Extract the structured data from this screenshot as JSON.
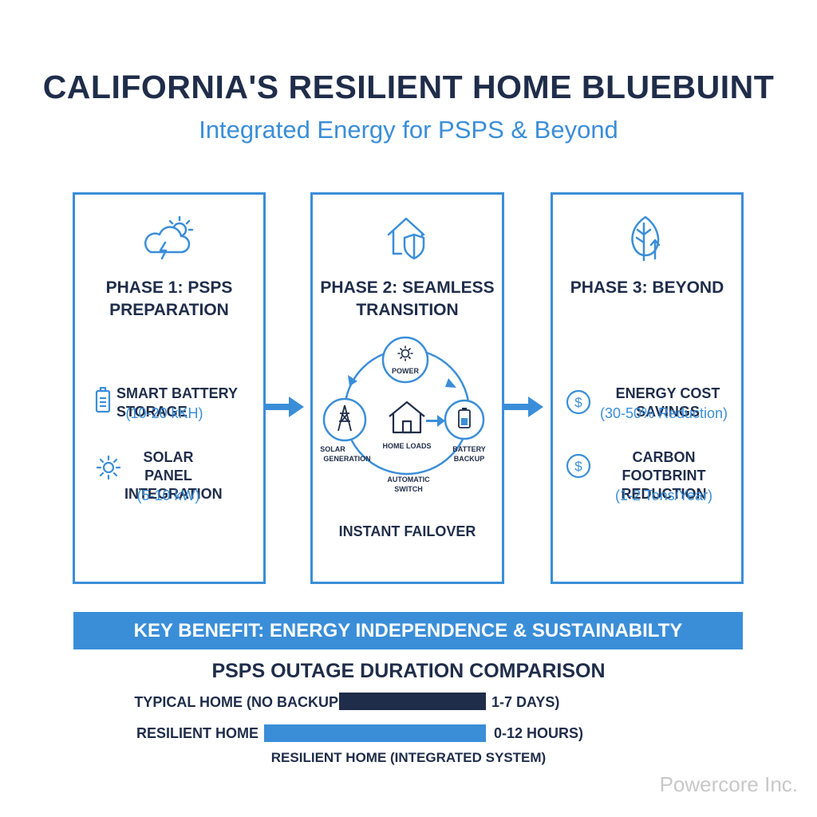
{
  "header": {
    "title": "CALIFORNIA'S RESILIENT HOME BLUEBUINT",
    "subtitle": "Integrated Energy for PSPS & Beyond"
  },
  "colors": {
    "accent": "#3a8ed8",
    "navy": "#1f2d4a"
  },
  "phases": [
    {
      "icon": "storm-cloud-sun-icon",
      "title_line1": "PHASE 1: PSPS",
      "title_line2": "PREPARATION",
      "items": [
        {
          "icon": "battery-icon",
          "label": "SMART BATTERY STORAGE",
          "value": "(10-20 kKH)"
        },
        {
          "icon": "sun-icon",
          "label_line1": "SOLAR PANEL",
          "label_line2": "INTEGRATION",
          "value": "(5-10 kW)"
        }
      ]
    },
    {
      "icon": "house-shield-icon",
      "title_line1": "PHASE 2: SEAMLESS",
      "title_line2": "TRANSITION",
      "diagram": {
        "power": "POWER",
        "solar_line1": "SOLAR",
        "solar_line2": "GENERATION",
        "home_loads": "HOME LOADS",
        "battery_line1": "BATTERY",
        "battery_line2": "BACKUP",
        "switch_line1": "AUTOMATIC",
        "switch_line2": "SWITCH"
      },
      "footer": "INSTANT FAILOVER"
    },
    {
      "icon": "leaf-arrow-icon",
      "title_line1": "PHASE 3: BEYOND",
      "items": [
        {
          "icon": "dollar-icon",
          "label": "ENERGY COST SAVINGS",
          "value": "(30-50% Reduction)"
        },
        {
          "icon": "dollar-icon",
          "label_line1": "CARBON FOOTBRINT",
          "label_line2": "REDUCTION",
          "value": "(1-2 Tons/Year)"
        }
      ]
    }
  ],
  "key_benefit": "KEY BENEFIT: ENERGY INDEPENDENCE & SUSTAINABILTY",
  "chart_data": {
    "type": "bar",
    "title": "PSPS OUTAGE DURATION COMPARISON",
    "categories": [
      "TYPICAL HOME (NO BACKUP",
      "RESILIENT HOME"
    ],
    "value_labels": [
      "1-7 DAYS)",
      "0-12 HOURS)"
    ],
    "bar_colors": [
      "#1f2d4a",
      "#3a8ed8"
    ],
    "caption": "RESILIENT HOME (INTEGRATED SYSTEM)"
  },
  "watermark": "Powercore Inc."
}
